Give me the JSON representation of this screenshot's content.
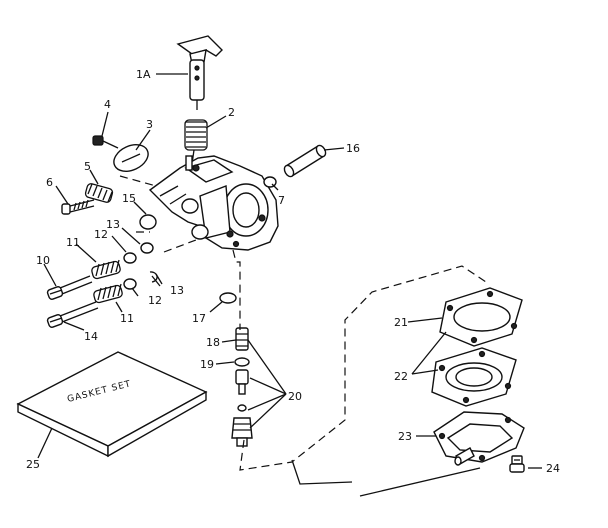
{
  "labels": {
    "l1a": "1A",
    "l2": "2",
    "l3": "3",
    "l4": "4",
    "l5": "5",
    "l6": "6",
    "l7": "7",
    "l10": "10",
    "l11a": "11",
    "l11b": "11",
    "l12a": "12",
    "l12b": "12",
    "l13a": "13",
    "l13b": "13",
    "l14": "14",
    "l15": "15",
    "l16": "16",
    "l17": "17",
    "l18": "18",
    "l19": "19",
    "l20": "20",
    "l21": "21",
    "l22": "22",
    "l23": "23",
    "l24": "24",
    "l25": "25"
  },
  "gasket_set_text": "GASKET SET"
}
